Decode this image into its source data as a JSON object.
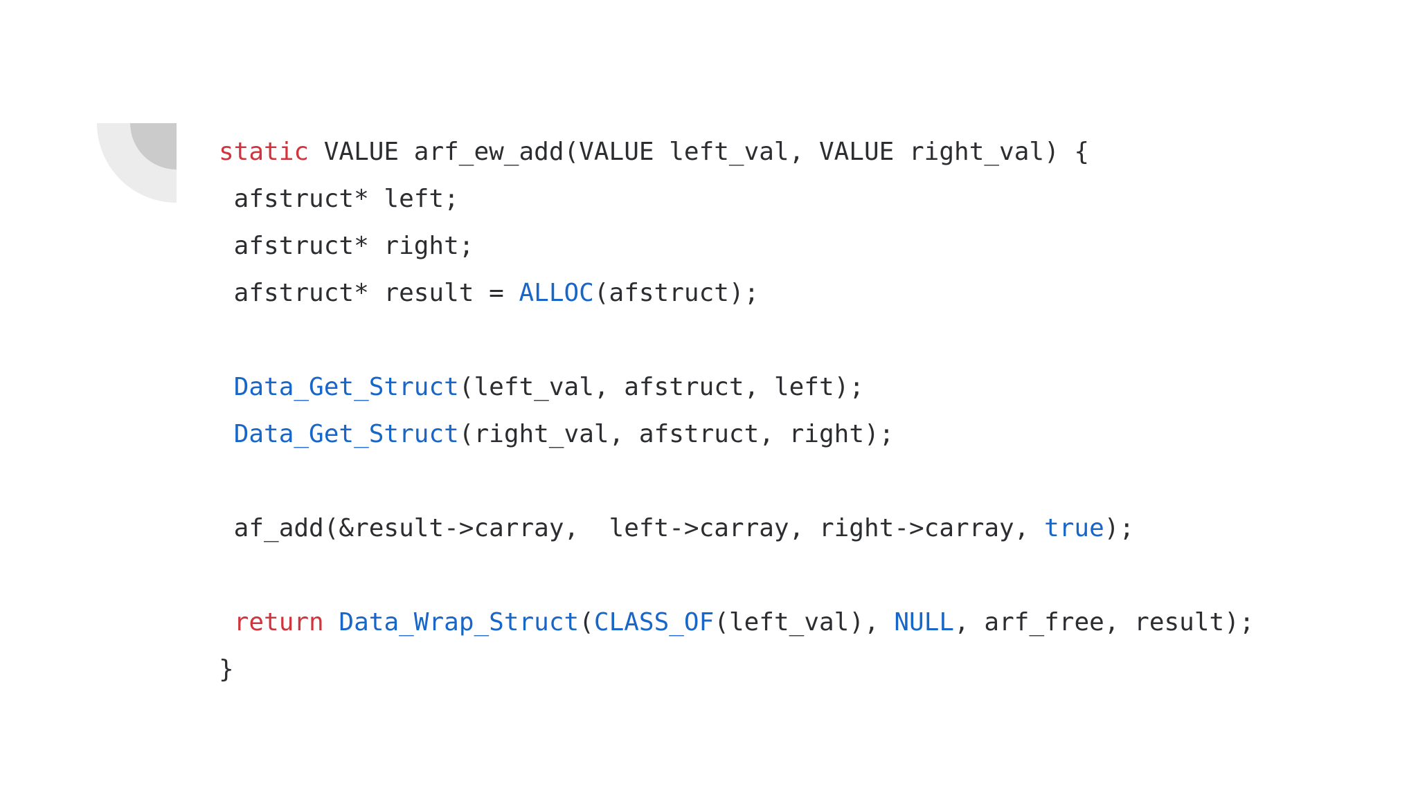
{
  "colors": {
    "background": "#ffffff",
    "text": "#2b2d30",
    "keyword_red": "#d0353d",
    "function_blue": "#1766c8",
    "decoration_outer": "#ececec",
    "decoration_inner": "#cbcbcb"
  },
  "decoration": {
    "shape": "quarter-circle-rings"
  },
  "code": {
    "lines": [
      {
        "segments": [
          [
            "keyword",
            "static"
          ],
          [
            "plain",
            " VALUE arf_ew_add(VALUE left_val, VALUE right_val) {"
          ]
        ]
      },
      {
        "segments": [
          [
            "plain",
            " afstruct* left;"
          ]
        ]
      },
      {
        "segments": [
          [
            "plain",
            " afstruct* right;"
          ]
        ]
      },
      {
        "segments": [
          [
            "plain",
            " afstruct* result = "
          ],
          [
            "function",
            "ALLOC"
          ],
          [
            "plain",
            "(afstruct);"
          ]
        ]
      },
      {
        "segments": []
      },
      {
        "segments": [
          [
            "plain",
            " "
          ],
          [
            "function",
            "Data_Get_Struct"
          ],
          [
            "plain",
            "(left_val, afstruct, left);"
          ]
        ]
      },
      {
        "segments": [
          [
            "plain",
            " "
          ],
          [
            "function",
            "Data_Get_Struct"
          ],
          [
            "plain",
            "(right_val, afstruct, right);"
          ]
        ]
      },
      {
        "segments": []
      },
      {
        "segments": [
          [
            "plain",
            " af_add(&result->carray,  left->carray, right->carray, "
          ],
          [
            "function",
            "true"
          ],
          [
            "plain",
            ");"
          ]
        ]
      },
      {
        "segments": []
      },
      {
        "segments": [
          [
            "plain",
            " "
          ],
          [
            "keyword",
            "return"
          ],
          [
            "plain",
            " "
          ],
          [
            "function",
            "Data_Wrap_Struct"
          ],
          [
            "plain",
            "("
          ],
          [
            "function",
            "CLASS_OF"
          ],
          [
            "plain",
            "(left_val), "
          ],
          [
            "function",
            "NULL"
          ],
          [
            "plain",
            ", arf_free, result);"
          ]
        ]
      },
      {
        "segments": [
          [
            "plain",
            "}"
          ]
        ]
      }
    ]
  }
}
